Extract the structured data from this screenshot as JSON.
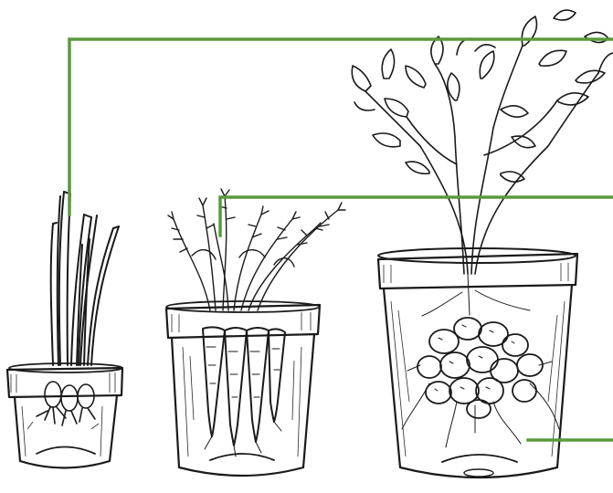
{
  "figure": {
    "subjects": [
      {
        "id": "green-onions",
        "pot_size": "small"
      },
      {
        "id": "carrots",
        "pot_size": "medium"
      },
      {
        "id": "potatoes",
        "pot_size": "large"
      }
    ],
    "leader_color": "#5a9a3c",
    "ink_color": "#1a1a1a",
    "background": "#ffffff"
  }
}
